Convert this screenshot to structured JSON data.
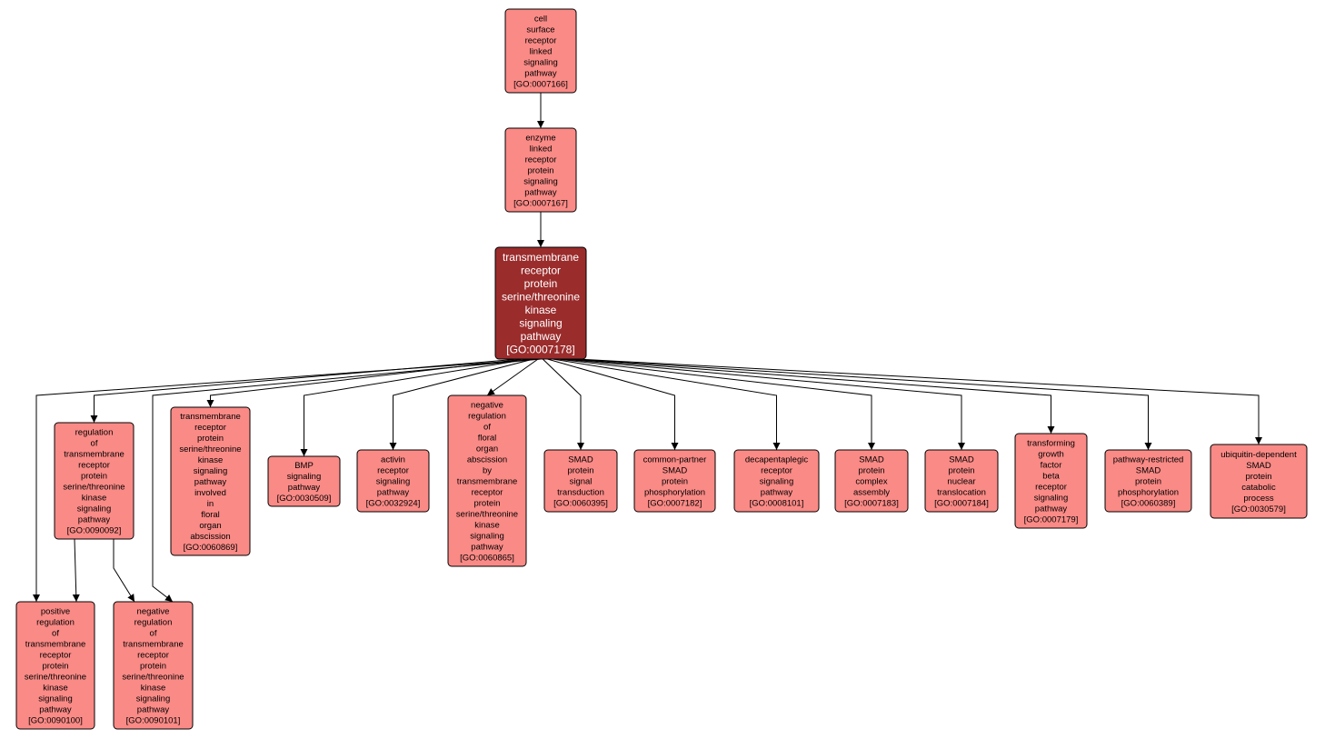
{
  "diagram": {
    "nodes": [
      {
        "id": "n7166",
        "lines": [
          "cell",
          "surface",
          "receptor",
          "linked",
          "signaling",
          "pathway"
        ],
        "go": "[GO:0007166]"
      },
      {
        "id": "n7167",
        "lines": [
          "enzyme",
          "linked",
          "receptor",
          "protein",
          "signaling",
          "pathway"
        ],
        "go": "[GO:0007167]"
      },
      {
        "id": "n7178",
        "lines": [
          "transmembrane",
          "receptor",
          "protein",
          "serine/threonine",
          "kinase",
          "signaling",
          "pathway"
        ],
        "go": "[GO:0007178]",
        "highlight": true
      },
      {
        "id": "n90092",
        "lines": [
          "regulation",
          "of",
          "transmembrane",
          "receptor",
          "protein",
          "serine/threonine",
          "kinase",
          "signaling",
          "pathway"
        ],
        "go": "[GO:0090092]"
      },
      {
        "id": "n60869",
        "lines": [
          "transmembrane",
          "receptor",
          "protein",
          "serine/threonine",
          "kinase",
          "signaling",
          "pathway",
          "involved",
          "in",
          "floral",
          "organ",
          "abscission"
        ],
        "go": "[GO:0060869]"
      },
      {
        "id": "n30509",
        "lines": [
          "BMP",
          "signaling",
          "pathway"
        ],
        "go": "[GO:0030509]"
      },
      {
        "id": "n32924",
        "lines": [
          "activin",
          "receptor",
          "signaling",
          "pathway"
        ],
        "go": "[GO:0032924]"
      },
      {
        "id": "n60865",
        "lines": [
          "negative",
          "regulation",
          "of",
          "floral",
          "organ",
          "abscission",
          "by",
          "transmembrane",
          "receptor",
          "protein",
          "serine/threonine",
          "kinase",
          "signaling",
          "pathway"
        ],
        "go": "[GO:0060865]"
      },
      {
        "id": "n60395",
        "lines": [
          "SMAD",
          "protein",
          "signal",
          "transduction"
        ],
        "go": "[GO:0060395]"
      },
      {
        "id": "n7182",
        "lines": [
          "common-partner",
          "SMAD",
          "protein",
          "phosphorylation"
        ],
        "go": "[GO:0007182]"
      },
      {
        "id": "n8101",
        "lines": [
          "decapentaplegic",
          "receptor",
          "signaling",
          "pathway"
        ],
        "go": "[GO:0008101]"
      },
      {
        "id": "n7183",
        "lines": [
          "SMAD",
          "protein",
          "complex",
          "assembly"
        ],
        "go": "[GO:0007183]"
      },
      {
        "id": "n7184",
        "lines": [
          "SMAD",
          "protein",
          "nuclear",
          "translocation"
        ],
        "go": "[GO:0007184]"
      },
      {
        "id": "n7179",
        "lines": [
          "transforming",
          "growth",
          "factor",
          "beta",
          "receptor",
          "signaling",
          "pathway"
        ],
        "go": "[GO:0007179]"
      },
      {
        "id": "n60389",
        "lines": [
          "pathway-restricted",
          "SMAD",
          "protein",
          "phosphorylation"
        ],
        "go": "[GO:0060389]"
      },
      {
        "id": "n30579",
        "lines": [
          "ubiquitin-dependent",
          "SMAD",
          "protein",
          "catabolic",
          "process"
        ],
        "go": "[GO:0030579]"
      },
      {
        "id": "n90100",
        "lines": [
          "positive",
          "regulation",
          "of",
          "transmembrane",
          "receptor",
          "protein",
          "serine/threonine",
          "kinase",
          "signaling",
          "pathway"
        ],
        "go": "[GO:0090100]"
      },
      {
        "id": "n90101",
        "lines": [
          "negative",
          "regulation",
          "of",
          "transmembrane",
          "receptor",
          "protein",
          "serine/threonine",
          "kinase",
          "signaling",
          "pathway"
        ],
        "go": "[GO:0090101]"
      }
    ],
    "edges": [
      [
        "n7166",
        "n7167"
      ],
      [
        "n7167",
        "n7178"
      ],
      [
        "n7178",
        "n90092"
      ],
      [
        "n7178",
        "n60869"
      ],
      [
        "n7178",
        "n30509"
      ],
      [
        "n7178",
        "n32924"
      ],
      [
        "n7178",
        "n60865"
      ],
      [
        "n7178",
        "n60395"
      ],
      [
        "n7178",
        "n7182"
      ],
      [
        "n7178",
        "n8101"
      ],
      [
        "n7178",
        "n7183"
      ],
      [
        "n7178",
        "n7184"
      ],
      [
        "n7178",
        "n7179"
      ],
      [
        "n7178",
        "n60389"
      ],
      [
        "n7178",
        "n30579"
      ],
      [
        "n7178",
        "n90100"
      ],
      [
        "n7178",
        "n90101"
      ],
      [
        "n90092",
        "n90100"
      ],
      [
        "n90092",
        "n90101"
      ]
    ],
    "colors": {
      "node": "#fa8a86",
      "highlight": "#9b2c2c"
    }
  }
}
